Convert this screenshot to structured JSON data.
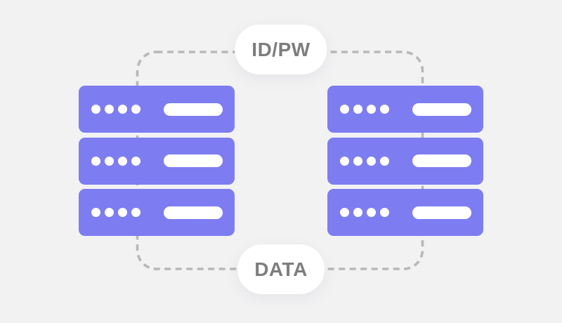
{
  "diagram": {
    "labels": {
      "top": "ID/PW",
      "bottom": "DATA"
    },
    "colors": {
      "background": "#f2f2f3",
      "server_body": "#7d7df1",
      "server_detail": "#ffffff",
      "connector_dash": "#b8b8b8",
      "pill_background": "#ffffff",
      "label_text": "#7d7d7d"
    },
    "stacks": [
      {
        "id": "left",
        "server_count": 3
      },
      {
        "id": "right",
        "server_count": 3
      }
    ],
    "server_unit": {
      "led_dot_count": 4,
      "drive_slot_count": 1
    }
  }
}
